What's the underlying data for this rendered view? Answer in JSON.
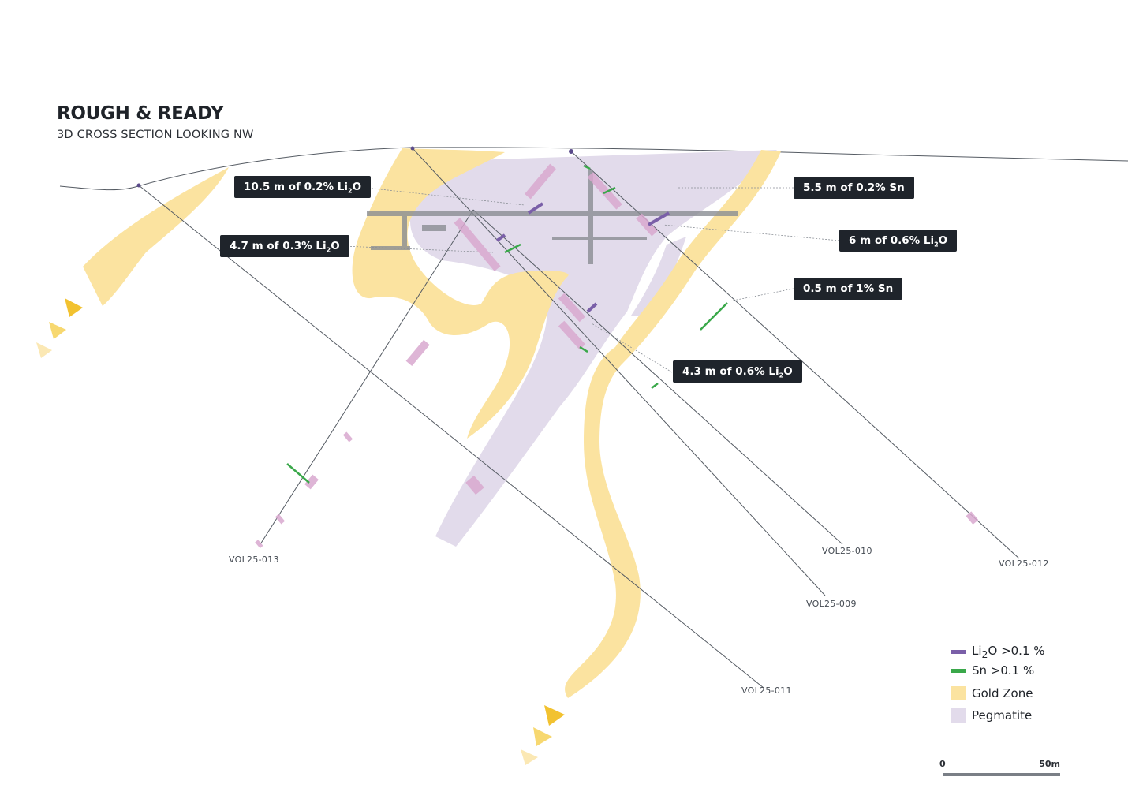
{
  "title": "ROUGH & READY",
  "subtitle": "3D CROSS SECTION LOOKING NW",
  "callouts": [
    {
      "text": "10.5 m of 0.2% Li2O"
    },
    {
      "text": "4.7 m of 0.3% Li2O"
    },
    {
      "text": "5.5 m of 0.2% Sn"
    },
    {
      "text": "6 m of 0.6% Li2O"
    },
    {
      "text": "0.5 m of 1% Sn"
    },
    {
      "text": "4.3 m of 0.6% Li2O"
    }
  ],
  "drill_holes": [
    "VOL25-013",
    "VOL25-010",
    "VOL25-012",
    "VOL25-009",
    "VOL25-011"
  ],
  "legend": [
    {
      "label": "Li2O >0.1 %",
      "color": "#7a5fa8",
      "kind": "line"
    },
    {
      "label": "Sn >0.1 %",
      "color": "#3aa84a",
      "kind": "line"
    },
    {
      "label": "Gold Zone",
      "color": "#fbe3a0",
      "kind": "box"
    },
    {
      "label": "Pegmatite",
      "color": "#e2dbeb",
      "kind": "box"
    }
  ],
  "scale": {
    "start": "0",
    "end": "50m"
  },
  "colors": {
    "gold_zone": "#fbe3a0",
    "pegmatite": "#e2dbeb",
    "li2o": "#7a5fa8",
    "sn": "#3aa84a",
    "callout_bg": "#1f242b",
    "arrow": "#f2c230"
  }
}
